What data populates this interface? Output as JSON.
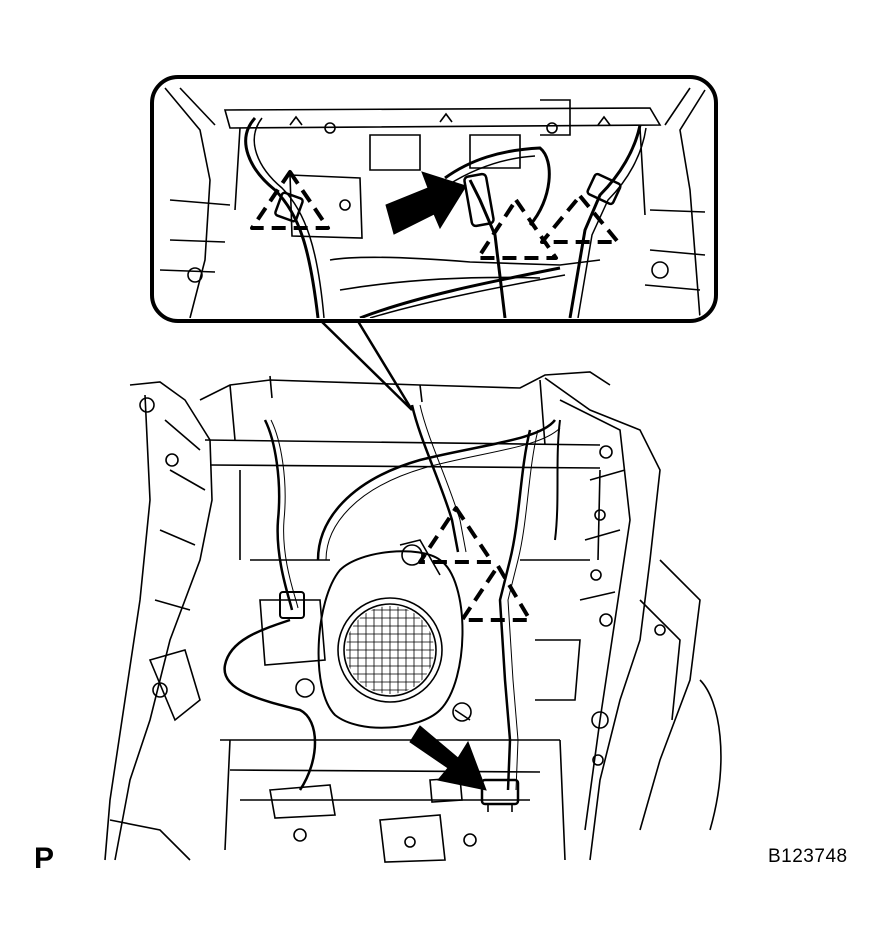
{
  "figure": {
    "view_letter": "P",
    "figure_code": "B123748",
    "colors": {
      "line": "#000000",
      "background": "#ffffff"
    },
    "callouts": {
      "detail_view": "rounded-rectangle-magnifier",
      "markers": "dashed-triangle-clip-marks",
      "arrows": "solid-black-pointer-arrows"
    }
  }
}
